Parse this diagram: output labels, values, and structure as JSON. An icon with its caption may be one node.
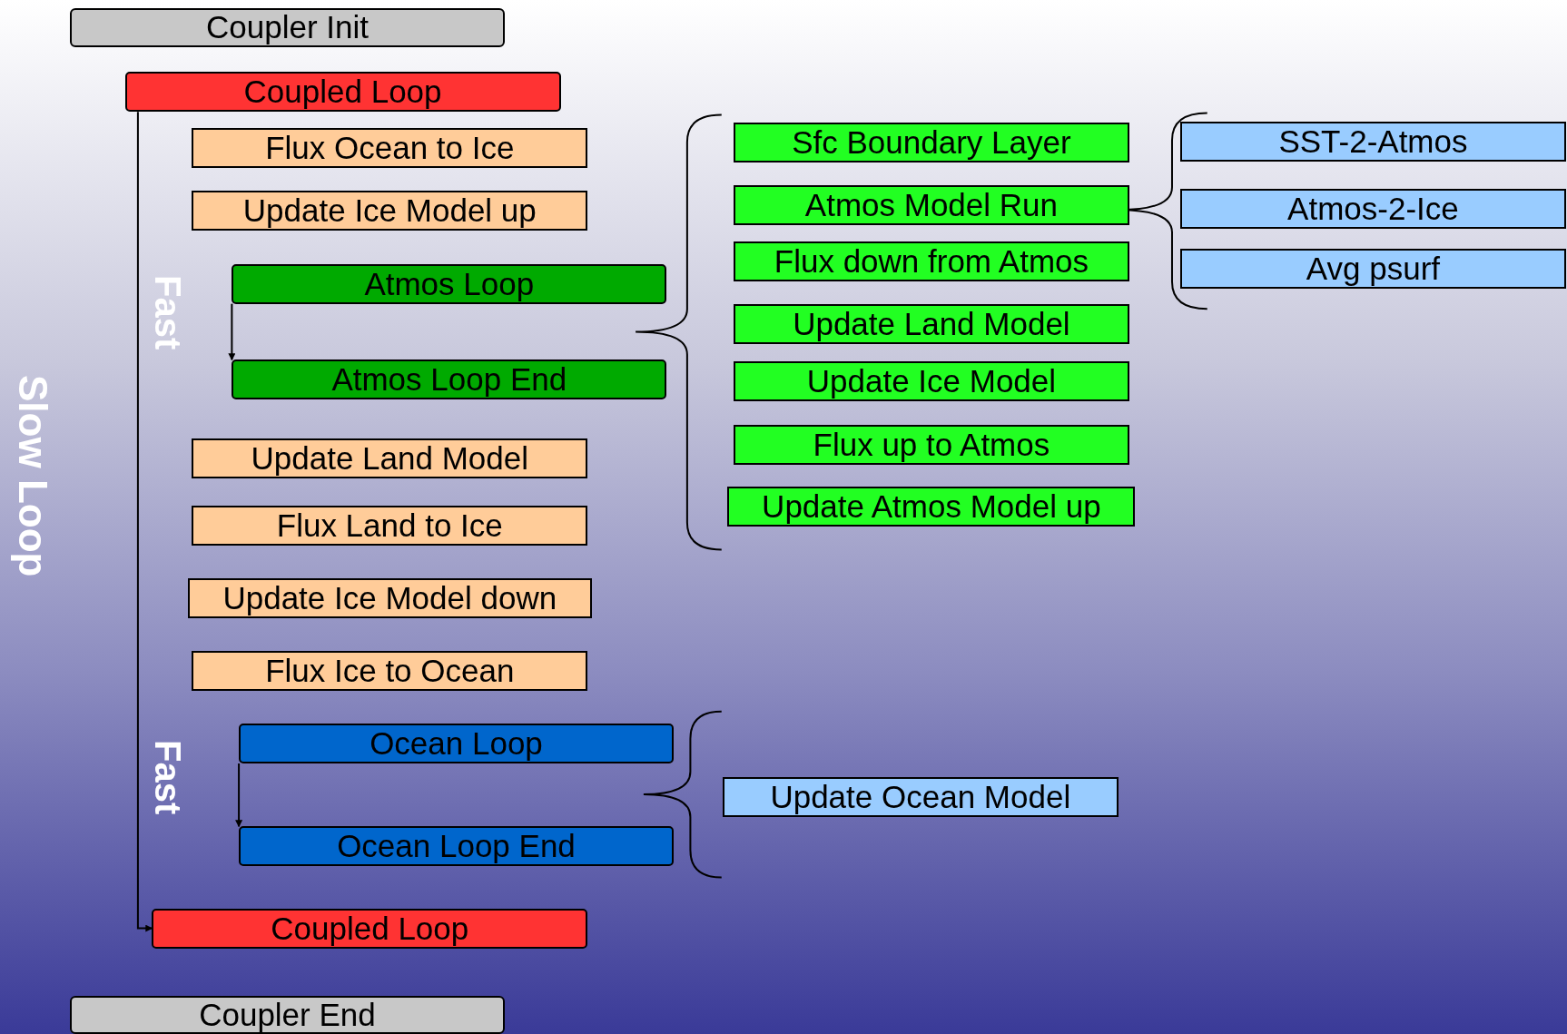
{
  "diagram": {
    "nodes": [
      {
        "text": [
          "Coupler Init"
        ]
      },
      {
        "text": [
          "Coupled Loop"
        ]
      },
      {
        "text": [
          "Flux Ocean to Ice"
        ]
      },
      {
        "text": [
          "Update Ice Model up"
        ]
      },
      {
        "text": [
          "Atmos Loop"
        ]
      },
      {
        "text": [
          "Atmos Loop End"
        ]
      },
      {
        "text": [
          "Update Land Model"
        ]
      },
      {
        "text": [
          "Flux Land to Ice"
        ]
      },
      {
        "text": [
          "Update Ice Model down"
        ]
      },
      {
        "text": [
          "Flux Ice to Ocean"
        ]
      },
      {
        "text": [
          "Ocean Loop"
        ]
      },
      {
        "text": [
          "Ocean Loop End"
        ]
      },
      {
        "text": [
          "Coupled Loop"
        ]
      },
      {
        "text": [
          "Coupler End"
        ]
      },
      {
        "text": [
          "Sfc Boundary Layer"
        ]
      },
      {
        "text": [
          "Atmos Model Run"
        ]
      },
      {
        "text": [
          "Flux down from Atmos"
        ]
      },
      {
        "text": [
          "Update Land Model"
        ]
      },
      {
        "text": [
          "Update Ice Model"
        ]
      },
      {
        "text": [
          "Flux up to Atmos"
        ]
      },
      {
        "text": [
          "Update Atmos Model up"
        ]
      },
      {
        "text": [
          "SST-2-Atmos"
        ]
      },
      {
        "text": [
          "Atmos-2-Ice"
        ]
      },
      {
        "text": [
          "Avg psurf"
        ]
      },
      {
        "text": [
          "Update Ocean Model"
        ]
      }
    ],
    "edges": [
      {
        "from": 1,
        "to": 12,
        "arrow": "to"
      },
      {
        "from": 4,
        "to": 5,
        "arrow": "to"
      },
      {
        "from": 10,
        "to": 11,
        "arrow": "to"
      }
    ],
    "labels": [
      "Fast",
      "Fast",
      "Slow Loop"
    ]
  }
}
